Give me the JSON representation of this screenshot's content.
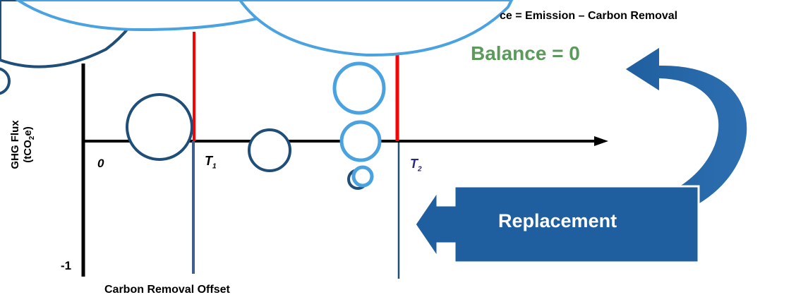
{
  "axis": {
    "y_label": "GHG Flux",
    "y_unit_prefix": "(tCO",
    "y_unit_sub": "2",
    "y_unit_suffix": "e)",
    "tick_zero": "0",
    "tick_minus_one": "-1",
    "t1_main": "T",
    "t1_sub": "1",
    "t2_main": "T",
    "t2_sub": "2"
  },
  "labels": {
    "carbon_removal_offset": "Carbon Removal Offset",
    "balance_formula": "Balance = Emission – Carbon Removal",
    "balance_formula_visible": "ce = Emission – Carbon Removal",
    "balance_zero": "Balance = 0",
    "replacement": "Replacement"
  },
  "colors": {
    "axis": "#000000",
    "emission_line": "#ff0000",
    "removal_line": "#3f5f8f",
    "dark_bubble": "#1f4e79",
    "light_bubble": "#4aa3e0",
    "balance_green": "#5b9a5b",
    "replacement_fill": "#1f5fa0"
  }
}
